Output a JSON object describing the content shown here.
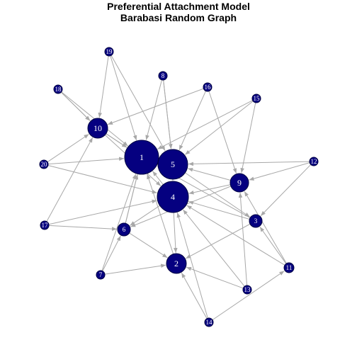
{
  "title_line1": "Preferential Attachment Model",
  "title_line2": "Barabasi Random Graph",
  "colors": {
    "node_fill": "#050080",
    "edge": "#a8a8a8",
    "label": "#ffffff"
  },
  "nodes": [
    {
      "id": "1",
      "label": "1"
    },
    {
      "id": "2",
      "label": "2"
    },
    {
      "id": "3",
      "label": "3"
    },
    {
      "id": "4",
      "label": "4"
    },
    {
      "id": "5",
      "label": "5"
    },
    {
      "id": "6",
      "label": "6"
    },
    {
      "id": "7",
      "label": "7"
    },
    {
      "id": "8",
      "label": "8"
    },
    {
      "id": "9",
      "label": "9"
    },
    {
      "id": "10",
      "label": "10"
    },
    {
      "id": "11",
      "label": "11"
    },
    {
      "id": "12",
      "label": "12"
    },
    {
      "id": "13",
      "label": "13"
    },
    {
      "id": "14",
      "label": "14"
    },
    {
      "id": "15",
      "label": "15"
    },
    {
      "id": "16",
      "label": "16"
    },
    {
      "id": "17",
      "label": "17"
    },
    {
      "id": "18",
      "label": "18"
    },
    {
      "id": "19",
      "label": "19"
    },
    {
      "id": "20",
      "label": "20"
    }
  ],
  "edges": [
    [
      "19",
      "10"
    ],
    [
      "19",
      "1"
    ],
    [
      "19",
      "5"
    ],
    [
      "18",
      "10"
    ],
    [
      "18",
      "1"
    ],
    [
      "18",
      "10"
    ],
    [
      "8",
      "1"
    ],
    [
      "8",
      "5"
    ],
    [
      "8",
      "5"
    ],
    [
      "16",
      "10"
    ],
    [
      "16",
      "5"
    ],
    [
      "16",
      "9"
    ],
    [
      "15",
      "1"
    ],
    [
      "15",
      "5"
    ],
    [
      "15",
      "9"
    ],
    [
      "10",
      "1"
    ],
    [
      "10",
      "4"
    ],
    [
      "10",
      "1"
    ],
    [
      "20",
      "10"
    ],
    [
      "20",
      "1"
    ],
    [
      "20",
      "4"
    ],
    [
      "12",
      "5"
    ],
    [
      "12",
      "9"
    ],
    [
      "12",
      "3"
    ],
    [
      "9",
      "4"
    ],
    [
      "9",
      "6"
    ],
    [
      "9",
      "5"
    ],
    [
      "5",
      "1"
    ],
    [
      "5",
      "4"
    ],
    [
      "5",
      "3"
    ],
    [
      "4",
      "1"
    ],
    [
      "4",
      "2"
    ],
    [
      "4",
      "6"
    ],
    [
      "3",
      "4"
    ],
    [
      "3",
      "2"
    ],
    [
      "3",
      "1"
    ],
    [
      "17",
      "6"
    ],
    [
      "17",
      "10"
    ],
    [
      "17",
      "4"
    ],
    [
      "6",
      "1"
    ],
    [
      "6",
      "2"
    ],
    [
      "6",
      "1"
    ],
    [
      "7",
      "6"
    ],
    [
      "7",
      "2"
    ],
    [
      "7",
      "1"
    ],
    [
      "2",
      "1"
    ],
    [
      "11",
      "3"
    ],
    [
      "11",
      "4"
    ],
    [
      "11",
      "9"
    ],
    [
      "13",
      "4"
    ],
    [
      "13",
      "2"
    ],
    [
      "13",
      "9"
    ],
    [
      "14",
      "2"
    ],
    [
      "14",
      "11"
    ],
    [
      "14",
      "4"
    ]
  ]
}
